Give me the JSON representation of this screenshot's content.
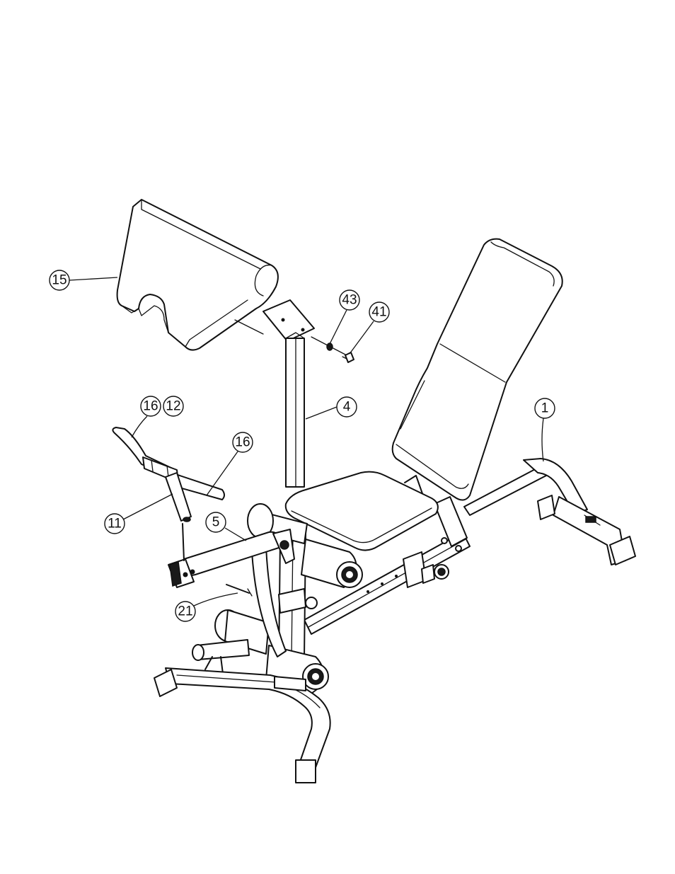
{
  "callouts": [
    {
      "id": "c15",
      "label": "15"
    },
    {
      "id": "c43",
      "label": "43"
    },
    {
      "id": "c41",
      "label": "41"
    },
    {
      "id": "c16a",
      "label": "16"
    },
    {
      "id": "c12",
      "label": "12"
    },
    {
      "id": "c16b",
      "label": "16"
    },
    {
      "id": "c4",
      "label": "4"
    },
    {
      "id": "c1",
      "label": "1"
    },
    {
      "id": "c11",
      "label": "11"
    },
    {
      "id": "c5",
      "label": "5"
    },
    {
      "id": "c21",
      "label": "21"
    }
  ]
}
